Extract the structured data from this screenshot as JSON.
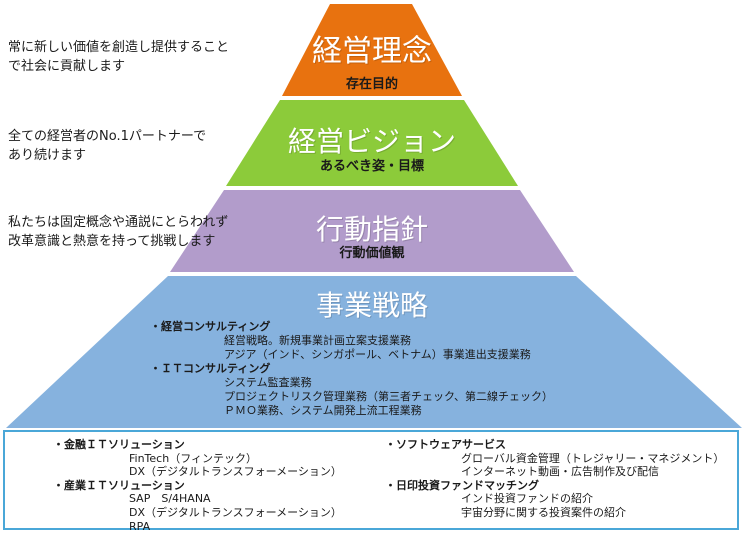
{
  "colors": {
    "tier1": "#e8720f",
    "tier2": "#8ccb3a",
    "tier3": "#b29ccb",
    "tier4": "#86b2de",
    "box_border": "#4aa7d8"
  },
  "descriptions": [
    {
      "line1": "常に新しい価値を創造し提供すること",
      "line2": "で社会に貢献します"
    },
    {
      "line1": "全ての経営者のNo.1パートナーで",
      "line2": "あり続けます"
    },
    {
      "line1": "私たちは固定概念や通説にとらわれず",
      "line2": "改革意識と熱意を持って挑戦します"
    }
  ],
  "tiers": [
    {
      "title": "経営理念",
      "subtitle": "存在目的"
    },
    {
      "title": "経営ビジョン",
      "subtitle": "あるべき姿・目標"
    },
    {
      "title": "行動指針",
      "subtitle": "行動価値観"
    },
    {
      "title": "事業戦略",
      "subtitle": ""
    }
  ],
  "strategy": {
    "heading1": "・経営コンサルティング",
    "items1": [
      "経営戦略。新規事業計画立案支援業務",
      "アジア（インド、シンガポール、ベトナム）事業進出支援業務"
    ],
    "heading2": "・ＩＴコンサルティング",
    "items2": [
      "システム監査業務",
      "プロジェクトリスク管理業務（第三者チェック、第二線チェック）",
      "ＰＭＯ業務、システム開発上流工程業務"
    ]
  },
  "bottom": {
    "left": {
      "heading1": "・金融ＩＴソリューション",
      "items1": [
        "FinTech（フィンテック）",
        "DX（デジタルトランスフォーメーション）"
      ],
      "heading2": "・産業ＩＴソリューション",
      "items2": [
        "SAP　S/4HANA",
        "DX（デジタルトランスフォーメーション）",
        "RPA"
      ]
    },
    "right": {
      "heading1": "・ソフトウェアサービス",
      "items1": [
        "グローバル資金管理（トレジャリー・マネジメント）",
        "インターネット動画・広告制作及び配信"
      ],
      "heading2": "・日印投資ファンドマッチング",
      "items2": [
        "インド投資ファンドの紹介",
        "宇宙分野に関する投資案件の紹介"
      ]
    }
  }
}
